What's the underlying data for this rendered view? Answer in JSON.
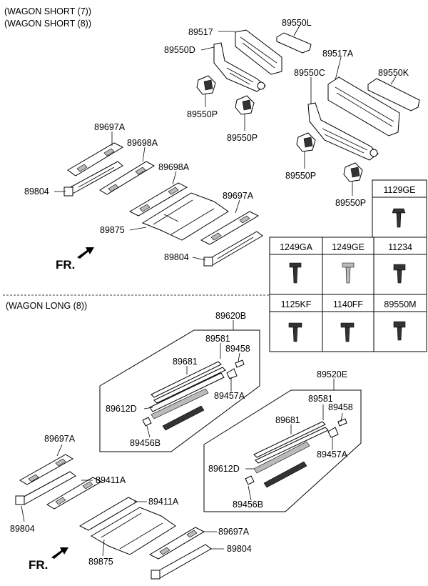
{
  "sections": {
    "wagon_short_7": "(WAGON SHORT (7))",
    "wagon_short_8": "(WAGON SHORT (8))",
    "wagon_long_8": "(WAGON LONG (8))"
  },
  "fr_label": "FR.",
  "top_labels": {
    "p89517": "89517",
    "p89550L": "89550L",
    "p89550D": "89550D",
    "p89517A": "89517A",
    "p89550C": "89550C",
    "p89550K": "89550K",
    "p89550P_1": "89550P",
    "p89550P_2": "89550P",
    "p89550P_3": "89550P",
    "p89550P_4": "89550P",
    "p89697A_1": "89697A",
    "p89698A_1": "89698A",
    "p89804_1": "89804",
    "p89698A_2": "89698A",
    "p89697A_2": "89697A",
    "p89875_1": "89875",
    "p89804_2": "89804"
  },
  "bolt_table": {
    "cells": [
      "1129GE",
      "1249GA",
      "1249GE",
      "11234",
      "1125KF",
      "1140FF",
      "89550M"
    ]
  },
  "bottom_labels": {
    "p89620B": "89620B",
    "p89581_1": "89581",
    "p89458_1": "89458",
    "p89681_1": "89681",
    "p89457A_1": "89457A",
    "p89612D_1": "89612D",
    "p89456B_1": "89456B",
    "p89520E": "89520E",
    "p89581_2": "89581",
    "p89458_2": "89458",
    "p89681_2": "89681",
    "p89457A_2": "89457A",
    "p89612D_2": "89612D",
    "p89456B_2": "89456B",
    "p89697A_3": "89697A",
    "p89411A_1": "89411A",
    "p89411A_2": "89411A",
    "p89804_3": "89804",
    "p89697A_4": "89697A",
    "p89804_4": "89804",
    "p89875_2": "89875"
  }
}
